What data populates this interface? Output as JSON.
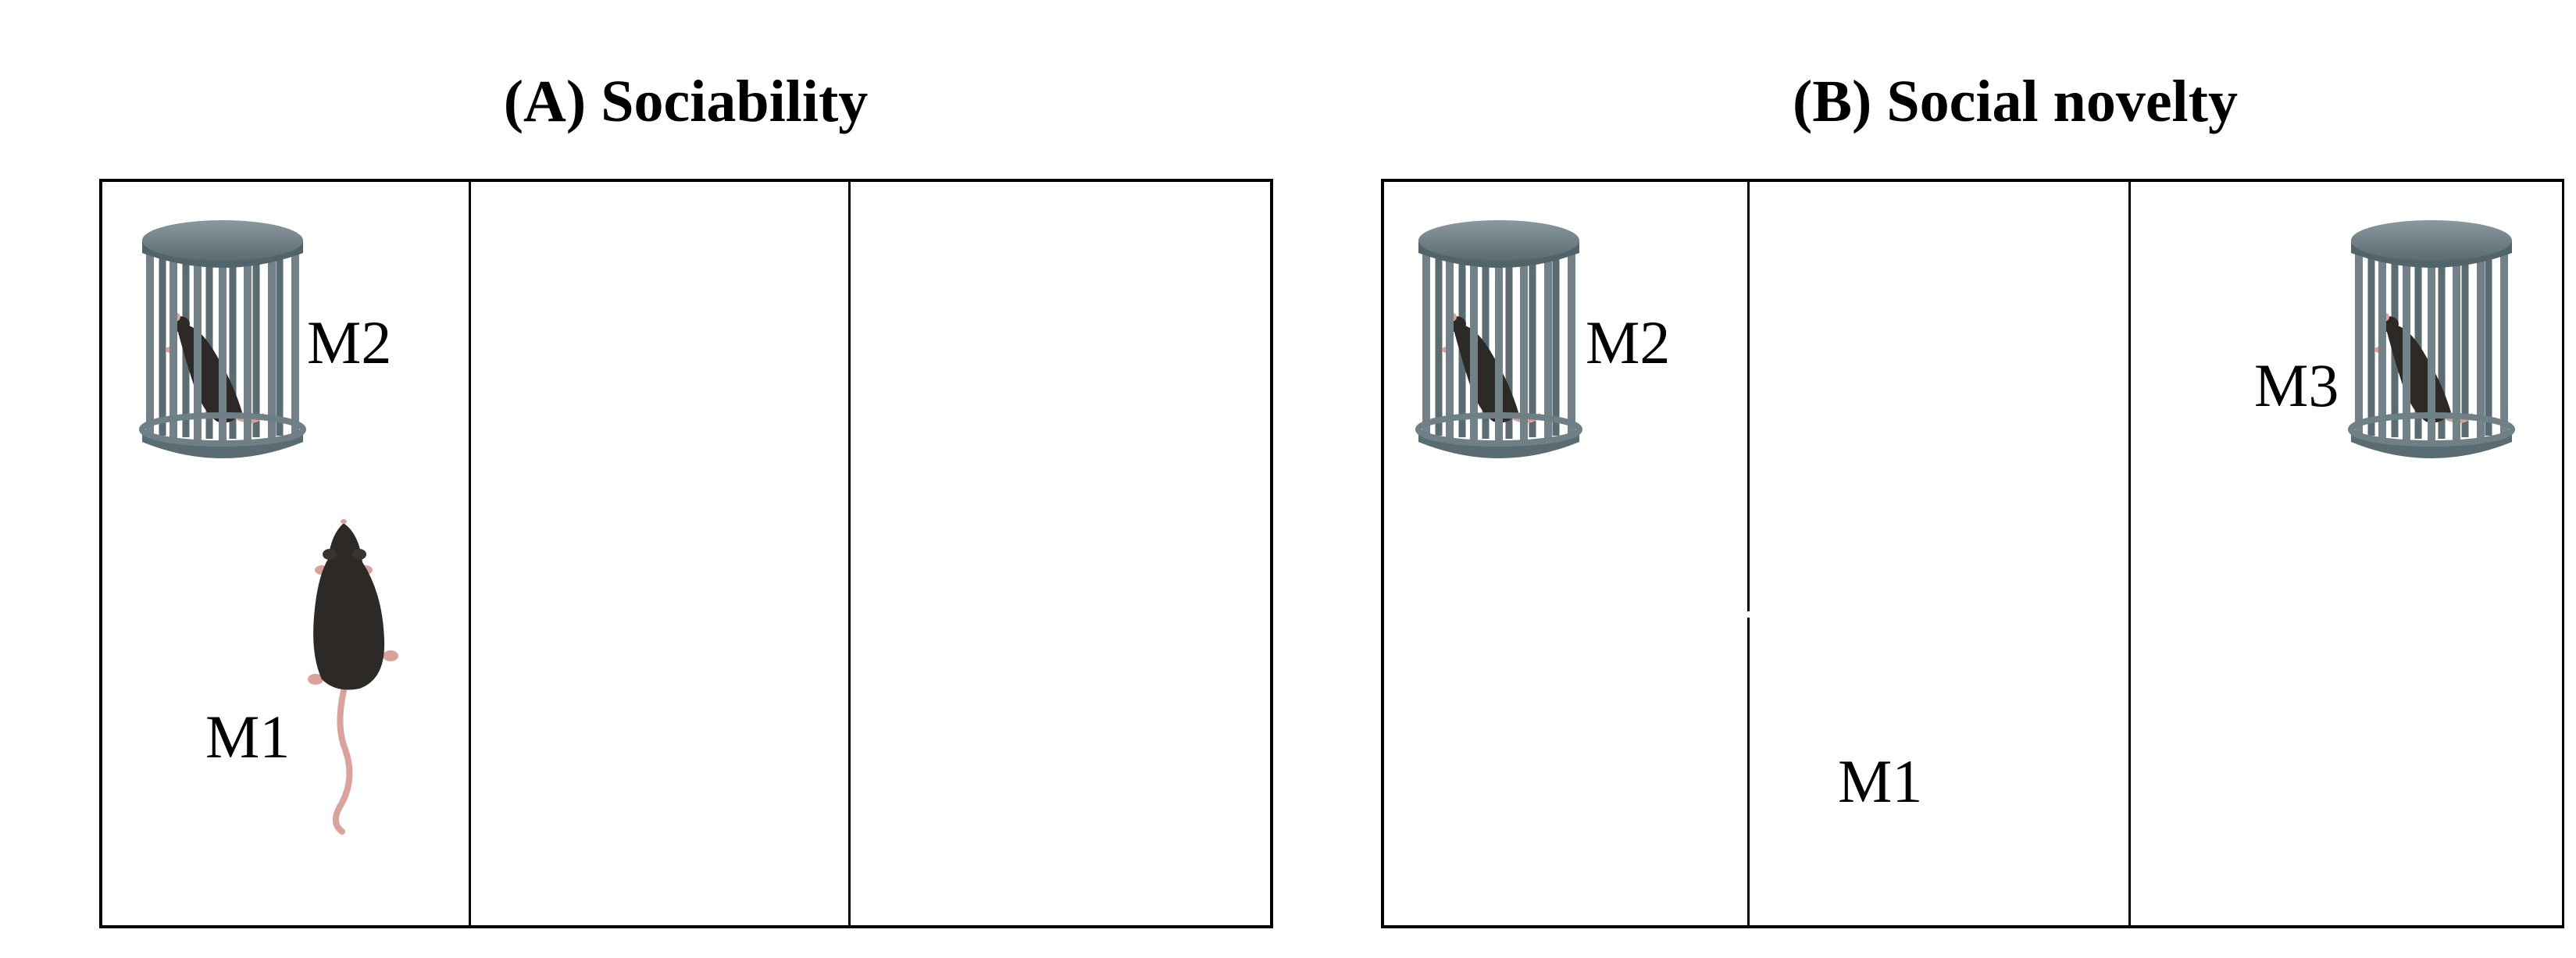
{
  "panels": {
    "a": {
      "title": "(A) Sociability",
      "labels": {
        "m2": "M2",
        "m1": "M1"
      }
    },
    "b": {
      "title": "(B) Social novelty",
      "labels": {
        "m2": "M2",
        "m3": "M3",
        "m1": "M1"
      }
    }
  },
  "colors": {
    "cage": "#6f7f86",
    "cage_dark": "#52636a",
    "mouse": "#2d2926",
    "mouse_skin": "#d9a29b"
  },
  "icons": [
    "cage-icon",
    "mouse-icon"
  ]
}
